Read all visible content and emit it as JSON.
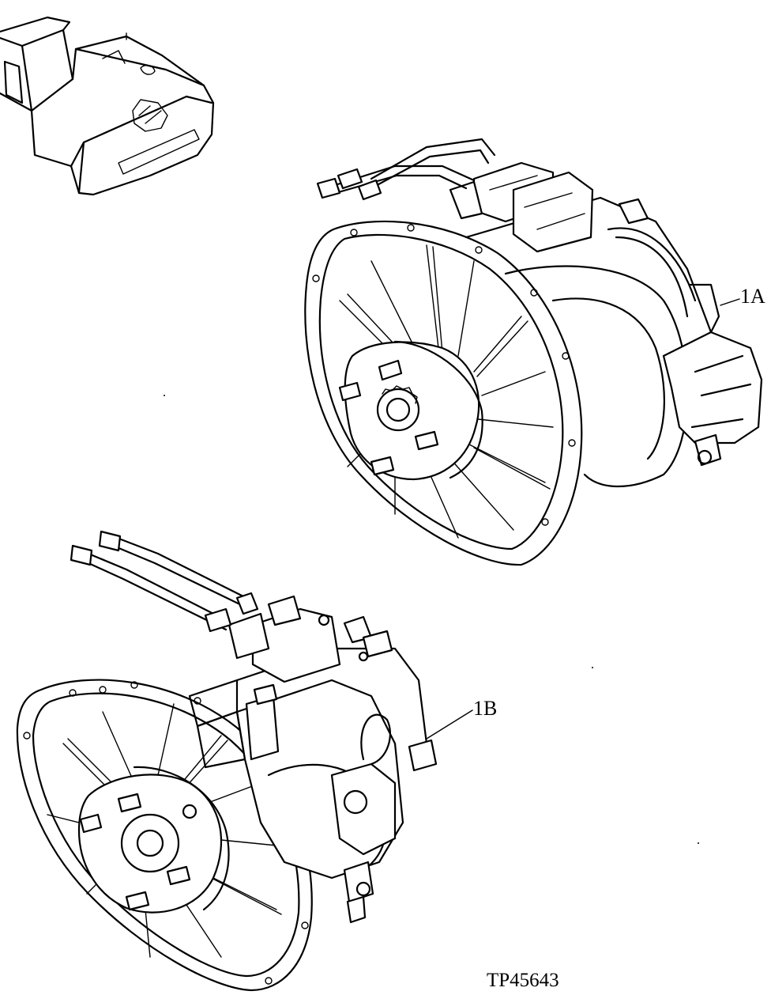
{
  "callouts": {
    "pump_1a": "1A",
    "pump_1b": "1B"
  },
  "figure": {
    "id": "TP45643"
  }
}
